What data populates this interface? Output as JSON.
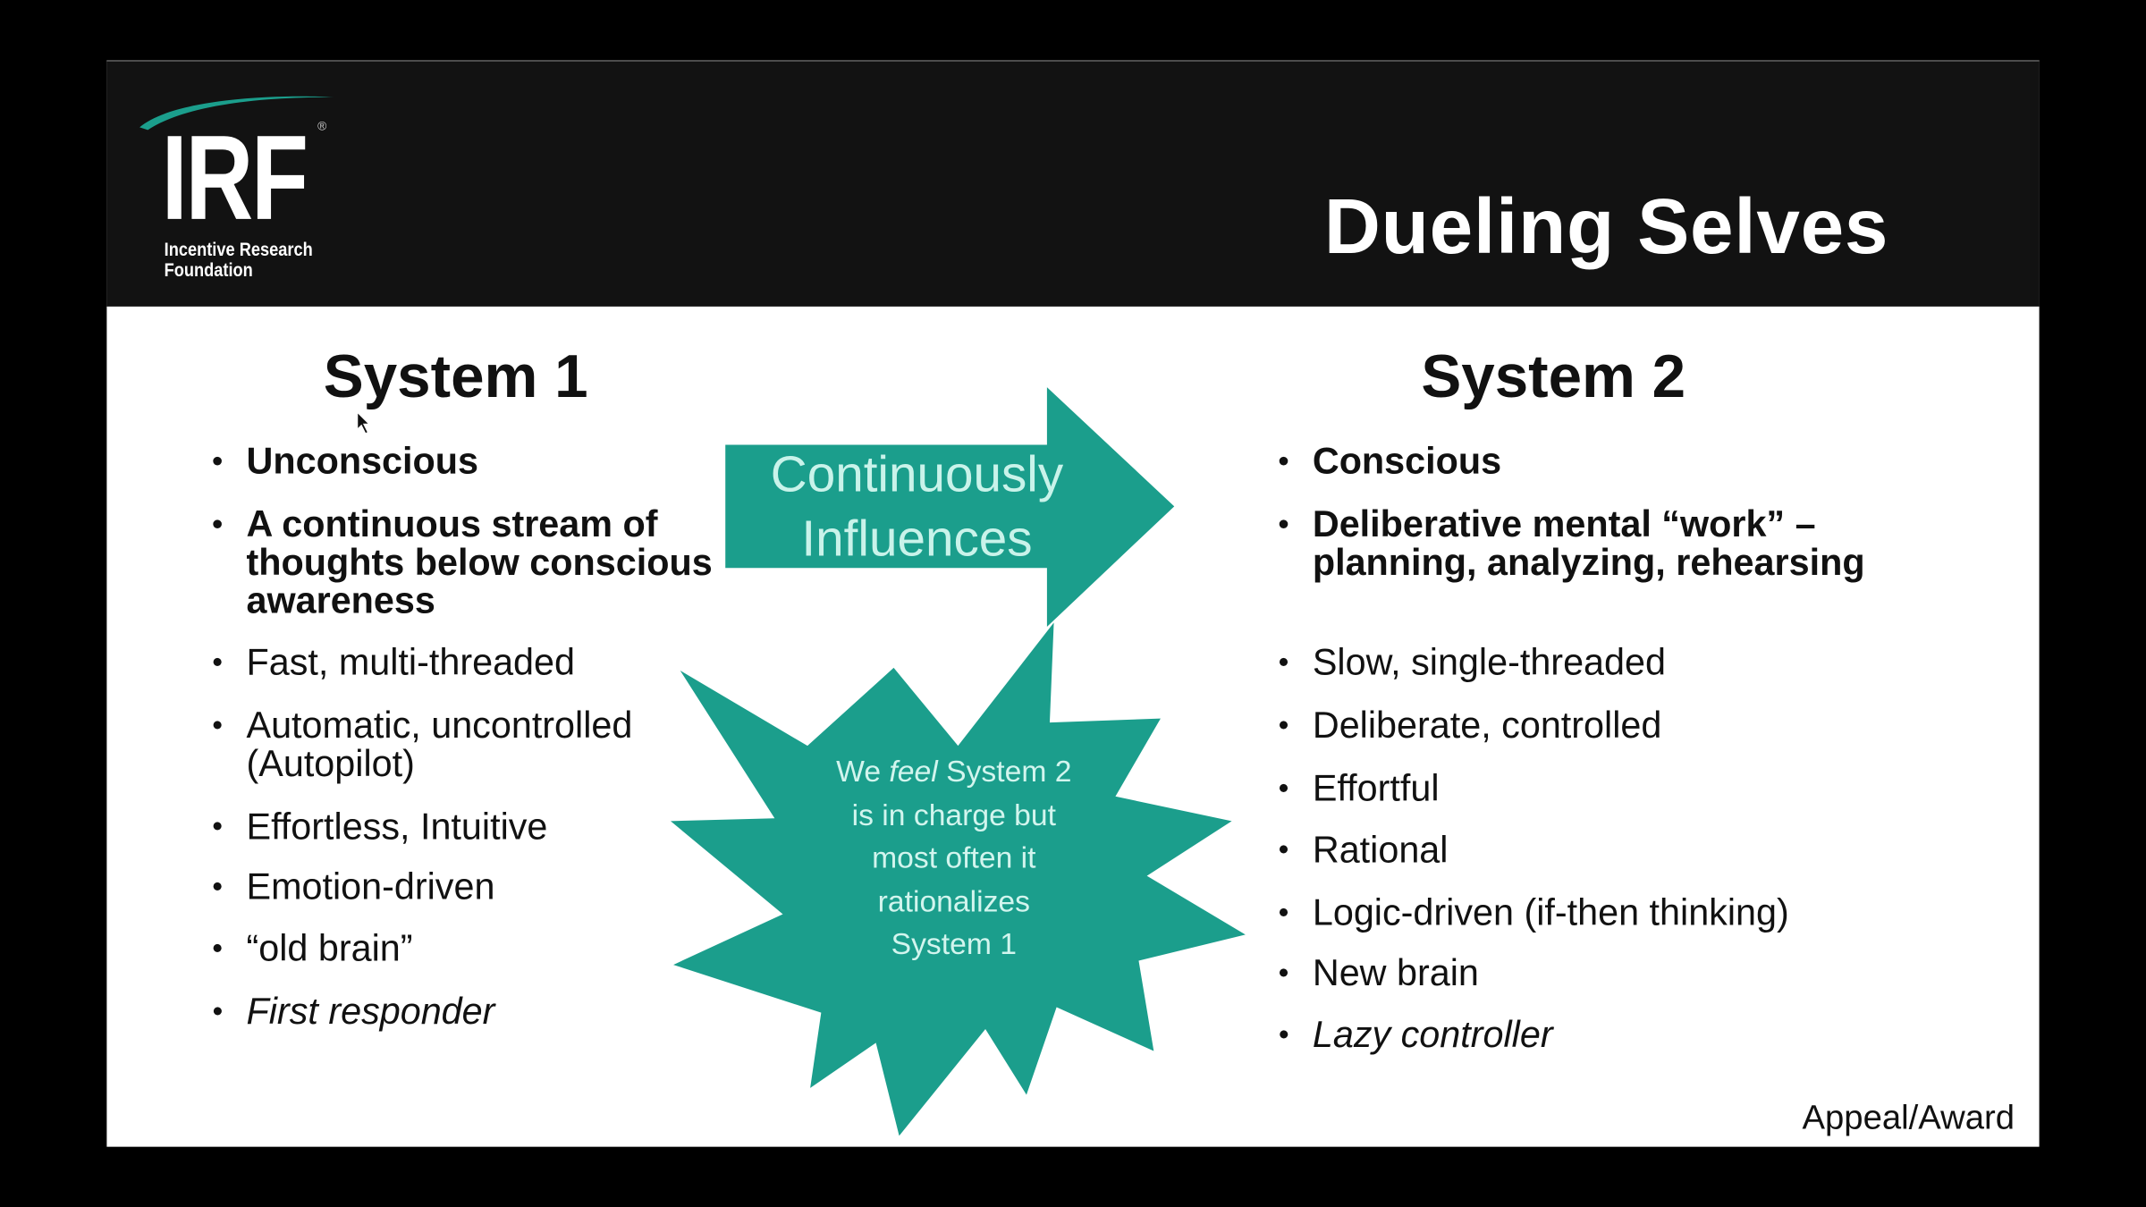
{
  "slide": {
    "title": "Dueling Selves",
    "footer": "Appeal/Award",
    "logo": {
      "mark": "IRF",
      "registered": "®",
      "line1": "Incentive Research",
      "line2": "Foundation"
    },
    "colors": {
      "teal": "#1b9e8c",
      "header": "#121212",
      "teal_text": "#c9f3ea"
    },
    "system1": {
      "heading": "System 1",
      "bullets": [
        {
          "text": "Unconscious",
          "style": "bold"
        },
        {
          "text": "A continuous stream of thoughts below conscious awareness",
          "style": "bold"
        },
        {
          "text": "Fast, multi-threaded",
          "style": "normal"
        },
        {
          "text": "Automatic, uncontrolled (Autopilot)",
          "style": "normal"
        },
        {
          "text": "Effortless, Intuitive",
          "style": "normal"
        },
        {
          "text": "Emotion-driven",
          "style": "normal"
        },
        {
          "text": "“old brain”",
          "style": "normal"
        },
        {
          "text": "First responder",
          "style": "italic"
        }
      ]
    },
    "system2": {
      "heading": "System 2",
      "bullets": [
        {
          "text": "Conscious",
          "style": "bold"
        },
        {
          "text": "Deliberative mental “work” – planning, analyzing, rehearsing",
          "style": "bold"
        },
        {
          "text": "Slow, single-threaded",
          "style": "normal"
        },
        {
          "text": "Deliberate, controlled",
          "style": "normal"
        },
        {
          "text": "Effortful",
          "style": "normal"
        },
        {
          "text": "Rational",
          "style": "normal"
        },
        {
          "text": "Logic-driven (if-then thinking)",
          "style": "normal"
        },
        {
          "text": "New brain",
          "style": "normal"
        },
        {
          "text": "Lazy controller",
          "style": "italic"
        }
      ]
    },
    "arrow": {
      "line1": "Continuously",
      "line2": "Influences"
    },
    "starburst": {
      "pre": "We ",
      "em": "feel",
      "post": " System 2",
      "lines": [
        "is in charge but",
        "most often it",
        "rationalizes",
        "System 1"
      ]
    }
  }
}
